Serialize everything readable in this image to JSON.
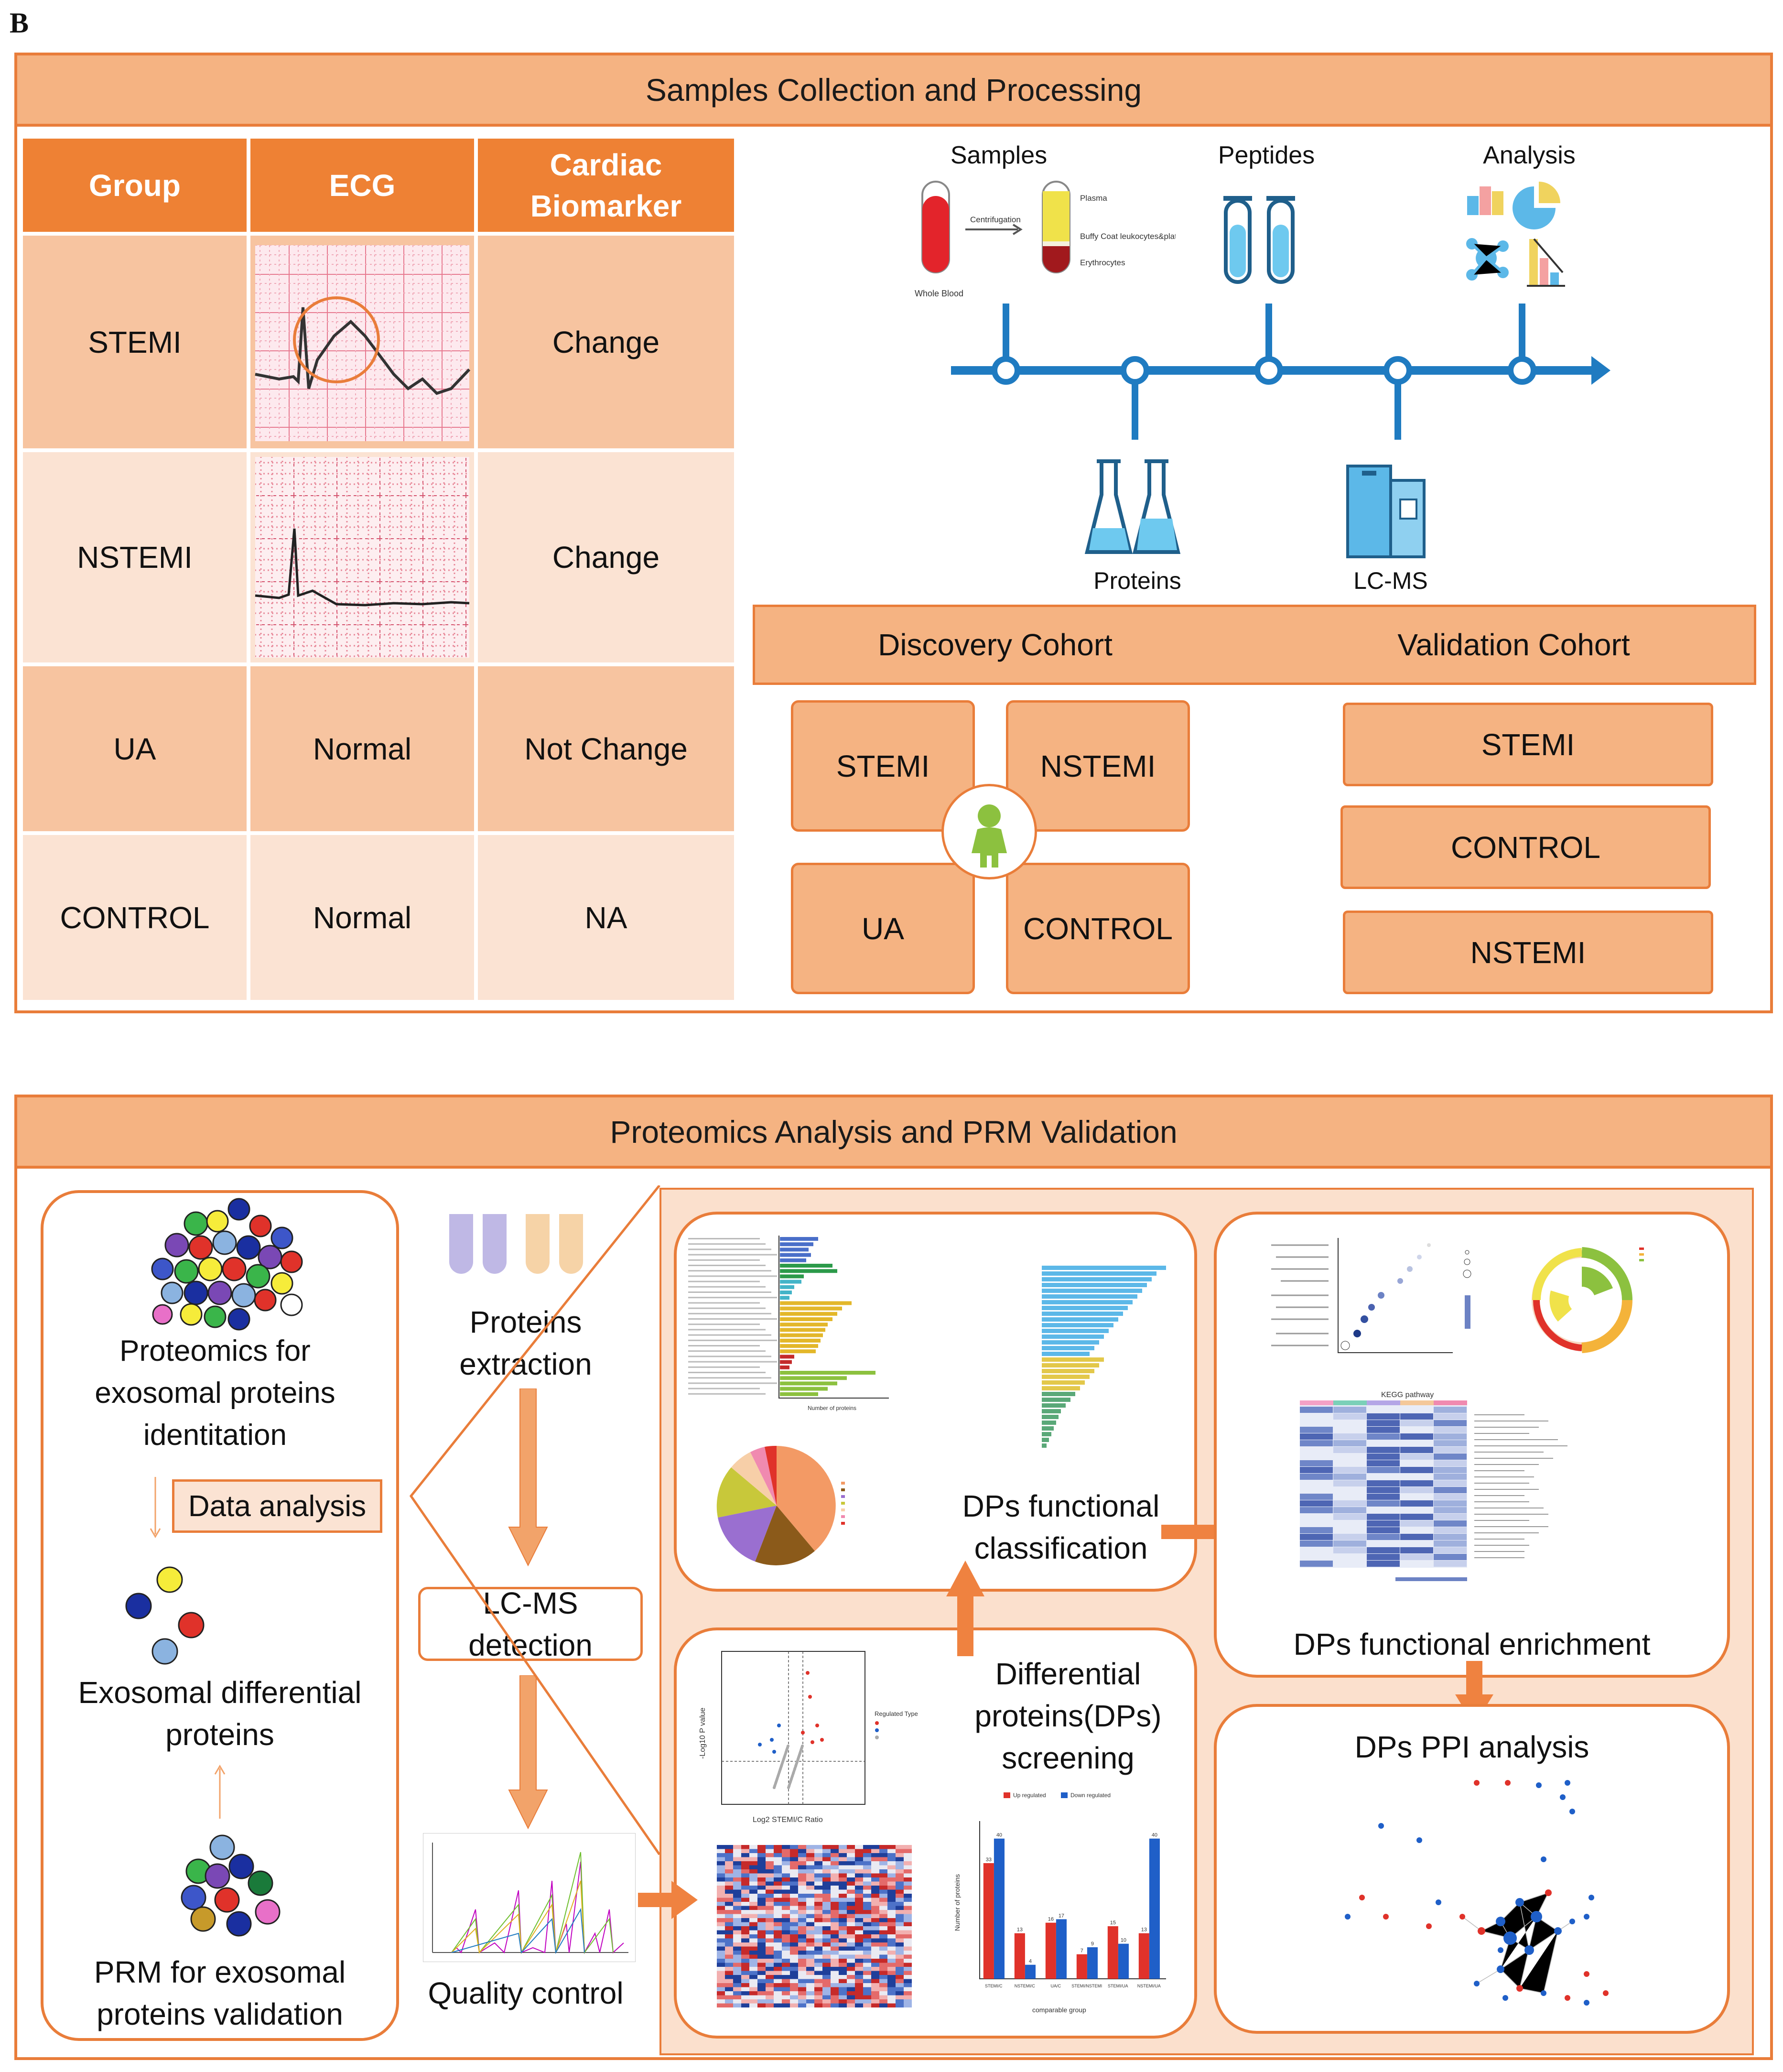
{
  "panel_letter": "B",
  "top": {
    "title": "Samples Collection and Processing",
    "table": {
      "headers": [
        "Group",
        "ECG",
        "Cardiac Biomarker"
      ],
      "rows": [
        {
          "group": "STEMI",
          "ecg": "",
          "biomarker": "Change"
        },
        {
          "group": "NSTEMI",
          "ecg": "",
          "biomarker": "Change"
        },
        {
          "group": "UA",
          "ecg": "Normal",
          "biomarker": "Not Change"
        },
        {
          "group": "CONTROL",
          "ecg": "Normal",
          "biomarker": "NA"
        }
      ]
    },
    "pipeline": {
      "samples": "Samples",
      "peptides": "Peptides",
      "analysis": "Analysis",
      "proteins": "Proteins",
      "lcms": "LC-MS",
      "centrifugation": "Centrifugation",
      "whole_blood": "Whole Blood",
      "plasma": "Plasma",
      "buffy_coat": "Buffy Coat leukocytes&platelets",
      "erythrocytes": "Erythrocytes"
    },
    "discovery": {
      "title": "Discovery Cohort",
      "groups": [
        "STEMI",
        "NSTEMI",
        "UA",
        "CONTROL"
      ]
    },
    "validation": {
      "title": "Validation Cohort",
      "groups": [
        "STEMI",
        "CONTROL",
        "NSTEMI"
      ]
    }
  },
  "bottom": {
    "title": "Proteomics Analysis and PRM Validation",
    "left": {
      "proteomics": "Proteomics for exosomal proteins identitation",
      "data_analysis": "Data analysis",
      "differential": "Exosomal differential proteins",
      "prm": "PRM for exosomal proteins validation"
    },
    "middle": {
      "extraction": "Proteins extraction",
      "lcms": "LC-MS detection",
      "qc": "Quality control"
    },
    "right": {
      "classification": "DPs functional classification",
      "screening": "Differential proteins(DPs) screening",
      "enrichment": "DPs functional enrichment",
      "ppi": "DPs PPI analysis",
      "kegg_title": "KEGG pathway",
      "volcano_xlabel": "Log2 STEMI/C Ratio",
      "volcano_ylabel": "-Log10 P value",
      "bar_xlabel": "comparable group",
      "bar_ylabel": "Number of proteins",
      "bar_legend_up": "Up regulated",
      "bar_legend_down": "Down regulated",
      "kegg_bar_xlabel": "Number of proteins",
      "regulated_type": "Regulated Type"
    }
  },
  "colors": {
    "accent": "#e97d3a",
    "header_fill": "#f5b382",
    "table_header": "#ee8134",
    "row_dark": "#f7c4a0",
    "row_light": "#fbe3d3",
    "timeline": "#1f7bc1"
  },
  "chart_data": {
    "type": "bar",
    "categories": [
      "STEMI/C",
      "NSTEMI/C",
      "UA/C",
      "STEMI/NSTEMI",
      "STEMI/UA",
      "NSTEMI/UA"
    ],
    "series": [
      {
        "name": "Up regulated",
        "values": [
          33,
          13,
          16,
          7,
          15,
          13
        ]
      },
      {
        "name": "Down regulated",
        "values": [
          40,
          4,
          17,
          9,
          10,
          40
        ]
      }
    ],
    "xlabel": "comparable group",
    "ylabel": "Number of proteins",
    "ylim": [
      0,
      45
    ]
  }
}
